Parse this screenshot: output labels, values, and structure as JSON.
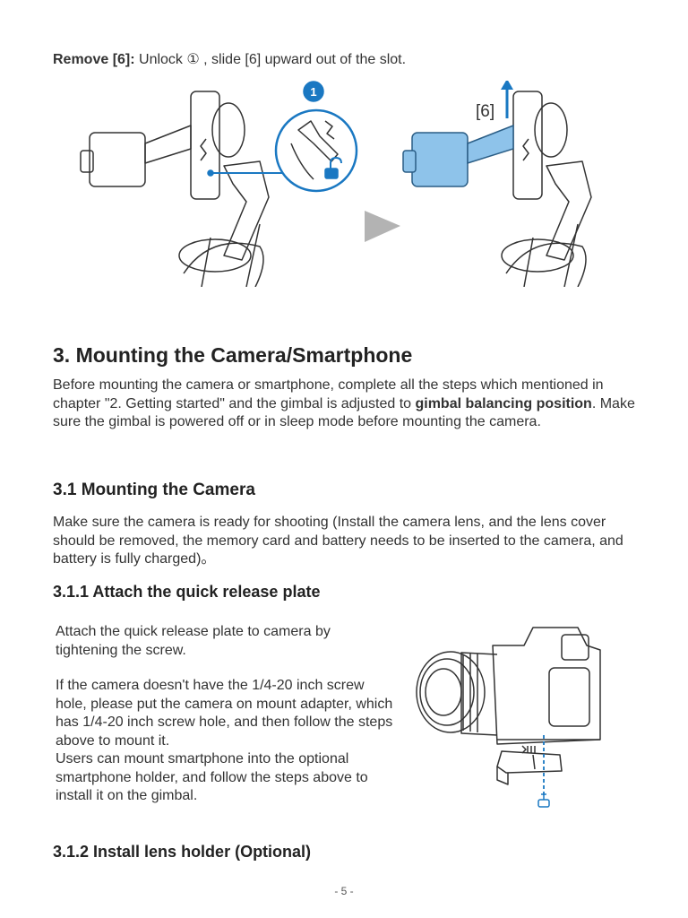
{
  "remove": {
    "label": "Remove [6]:",
    "text": " Unlock ① ,  slide [6] upward out of the slot."
  },
  "figure_top": {
    "badge": "1",
    "slot_label": "[6]",
    "colors": {
      "accent": "#1a78c2",
      "highlight": "#8ec3ea",
      "arrow": "#b3b3b3"
    }
  },
  "section3": {
    "title": "3. Mounting the Camera/Smartphone",
    "intro_1": "Before mounting the camera or smartphone, complete all the steps which mentioned in chapter  \"2. Getting started\" and the gimbal is adjusted to ",
    "intro_bold": "gimbal balancing position",
    "intro_2": ". Make sure the gimbal is powered off or in sleep mode before mounting the camera."
  },
  "section31": {
    "title": "3.1 Mounting the Camera",
    "text": "Make sure the camera is ready for shooting (Install the camera lens, and the lens cover should be removed, the memory card and battery needs to be inserted to the camera, and battery is fully charged)。"
  },
  "section311": {
    "title": "3.1.1 Attach the quick release plate",
    "p1": "Attach the quick release plate to camera by tightening the screw.",
    "p2": "If the camera doesn't have the 1/4-20 inch screw hole, please put the camera on mount adapter, which has 1/4-20 inch screw hole, and then follow the steps above to mount it.",
    "p3": "Users can mount smartphone into the optional smartphone holder, and follow the steps above to install it on the gimbal."
  },
  "section312": {
    "title": "3.1.2 Install lens holder (Optional)"
  },
  "footer": {
    "page_number": "- 5 -"
  }
}
